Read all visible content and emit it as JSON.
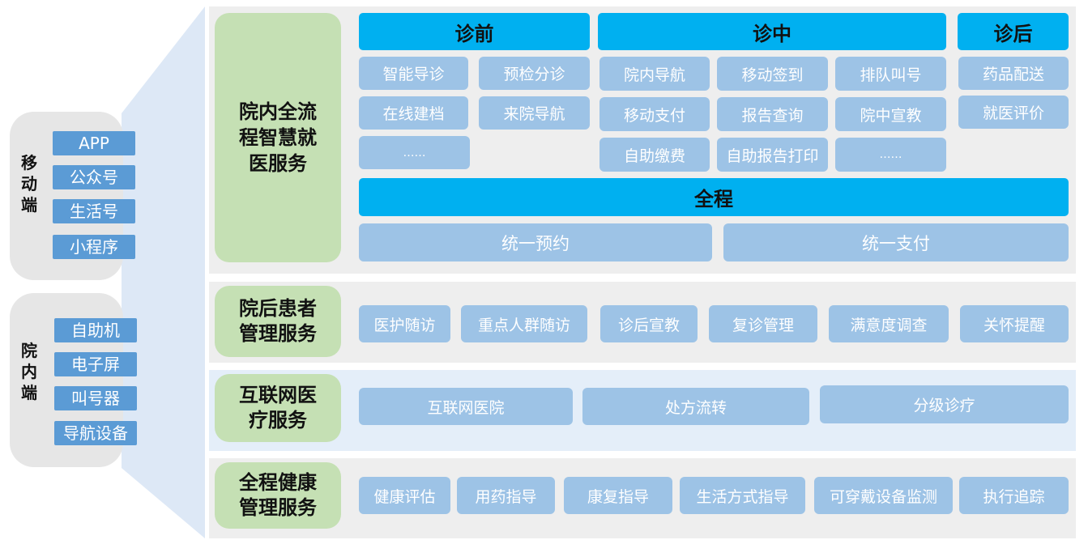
{
  "left": {
    "mobile": {
      "label_lines": [
        "移",
        "动",
        "端"
      ],
      "items": [
        "APP",
        "公众号",
        "生活号",
        "小程序"
      ]
    },
    "inhospital": {
      "label_lines": [
        "院",
        "内",
        "端"
      ],
      "items": [
        "自助机",
        "电子屏",
        "叫号器",
        "导航设备"
      ]
    }
  },
  "rows": {
    "row1": {
      "title_lines": [
        "院内全流",
        "程智慧就",
        "医服务"
      ],
      "phases": {
        "pre": "诊前",
        "mid": "诊中",
        "post": "诊后",
        "all": "全程"
      },
      "pre_items": [
        "智能导诊",
        "预检分诊",
        "在线建档",
        "来院导航",
        "……"
      ],
      "mid_items": [
        "院内导航",
        "移动签到",
        "排队叫号",
        "移动支付",
        "报告查询",
        "院中宣教",
        "自助缴费",
        "自助报告打印",
        "……"
      ],
      "post_items": [
        "药品配送",
        "就医评价"
      ],
      "all_items": [
        "统一预约",
        "统一支付"
      ]
    },
    "row2": {
      "title_lines": [
        "院后患者",
        "管理服务"
      ],
      "items": [
        "医护随访",
        "重点人群随访",
        "诊后宣教",
        "复诊管理",
        "满意度调查",
        "关怀提醒"
      ]
    },
    "row3": {
      "title_lines": [
        "互联网医",
        "疗服务"
      ],
      "items": [
        "互联网医院",
        "处方流转",
        "分级诊疗"
      ]
    },
    "row4": {
      "title_lines": [
        "全程健康",
        "管理服务"
      ],
      "items": [
        "健康评估",
        "用药指导",
        "康复指导",
        "生活方式指导",
        "可穿戴设备监测",
        "执行追踪"
      ]
    }
  },
  "colors": {
    "accent": "#00b0f0",
    "item": "#9dc3e6",
    "green": "#c5e0b4",
    "device": "#5b9bd5",
    "connector": "#dde8f6"
  }
}
